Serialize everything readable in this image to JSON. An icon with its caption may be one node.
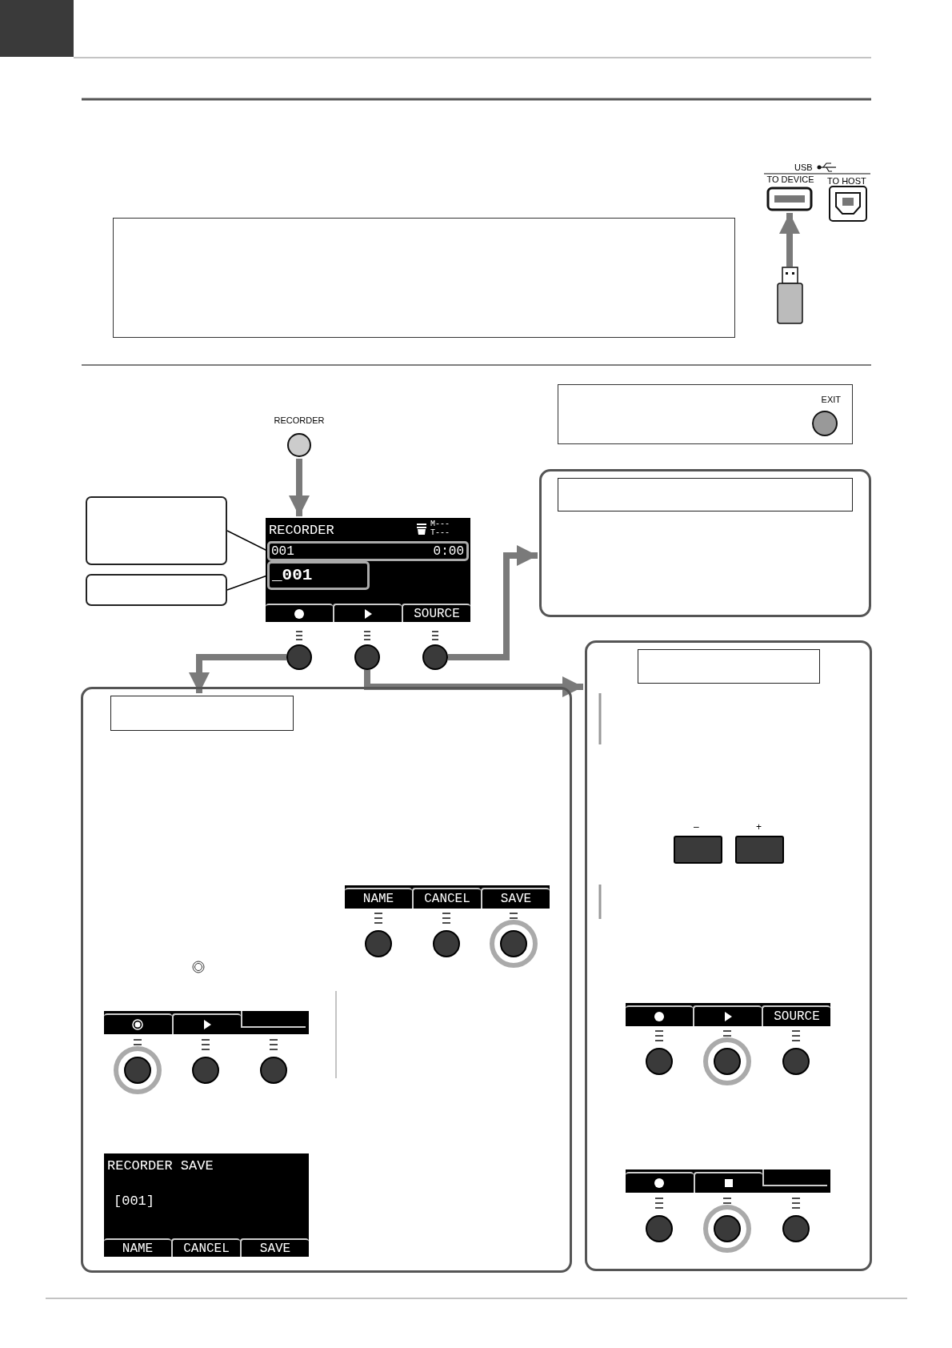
{
  "diagram": {
    "nodes": [
      {
        "text": [
          "TO DEVICE"
        ]
      },
      {
        "text": [],
        "shape": "box"
      },
      {
        "text": [],
        "shape": "box"
      },
      {
        "text": [
          "RECORDER"
        ]
      },
      {
        "text": [
          "RECORDER",
          "M---",
          "T---",
          "SOURCE"
        ]
      },
      {
        "text": [
          "001",
          "0:00"
        ],
        "in": 4
      },
      {
        "text": [
          "_001"
        ],
        "in": 4
      },
      {
        "text": [],
        "shape": "box"
      },
      {
        "text": [],
        "shape": "box"
      },
      {
        "text": [],
        "shape": "circle"
      },
      {
        "text": [],
        "shape": "circle"
      },
      {
        "text": [],
        "shape": "circle"
      },
      {
        "text": [
          "EXIT"
        ]
      },
      {
        "text": [],
        "shape": "box"
      },
      {
        "text": [],
        "shape": "box",
        "in": 13
      },
      {
        "text": [],
        "shape": "box"
      },
      {
        "text": [],
        "shape": "box",
        "in": 15
      },
      {
        "text": [],
        "shape": "box"
      },
      {
        "text": [],
        "shape": "box",
        "in": 17
      }
    ],
    "edges": [
      {
        "from": 1,
        "to": 0,
        "arrow": "to"
      },
      {
        "from": 3,
        "to": 4,
        "arrow": "to"
      },
      {
        "from": 7,
        "to": 5,
        "arrow": "none",
        "color": "#000000"
      },
      {
        "from": 8,
        "to": 6,
        "arrow": "none",
        "color": "#000000"
      },
      {
        "from": 11,
        "to": 13,
        "arrow": "to"
      },
      {
        "from": 9,
        "to": 16,
        "arrow": "to"
      },
      {
        "from": 10,
        "to": 17,
        "arrow": "to"
      }
    ],
    "labels": [
      "USB",
      "TO HOST",
      "–",
      "+",
      "NAME",
      "CANCEL",
      "SAVE",
      "SOURCE",
      "RECORDER SAVE",
      "[001]",
      "NAME",
      "CANCEL",
      "SAVE"
    ]
  }
}
